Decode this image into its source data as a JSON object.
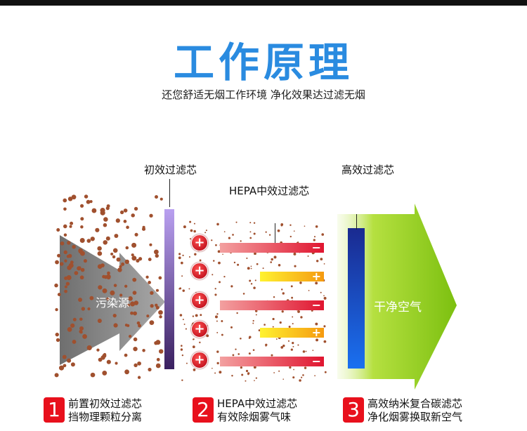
{
  "header": {
    "title": "工作原理",
    "subtitle": "还您舒适无烟工作环境 净化效果达过滤无烟"
  },
  "diagram": {
    "source_label": "污染源",
    "primary_filter_label": "初效过滤芯",
    "hepa_label": "HEPA中效过滤芯",
    "high_filter_label": "高效过滤芯",
    "clean_air_label": "干净空气",
    "plus": "+",
    "minus": "−"
  },
  "steps": [
    {
      "num": "1",
      "line1": "前置初效过滤芯",
      "line2": "挡物理颗粒分离"
    },
    {
      "num": "2",
      "line1": "HEPA中效过滤芯",
      "line2": "有效除烟雾气味"
    },
    {
      "num": "3",
      "line1": "高效纳米复合碳滤芯",
      "line2": "净化烟雾换取新空气"
    }
  ],
  "colors": {
    "title": "#2a8be0",
    "badge": "#e8101c",
    "arrow_green": "#8cc820",
    "filter_blue": "#1a3fd0",
    "filter_purple": "#8a6ad8"
  }
}
